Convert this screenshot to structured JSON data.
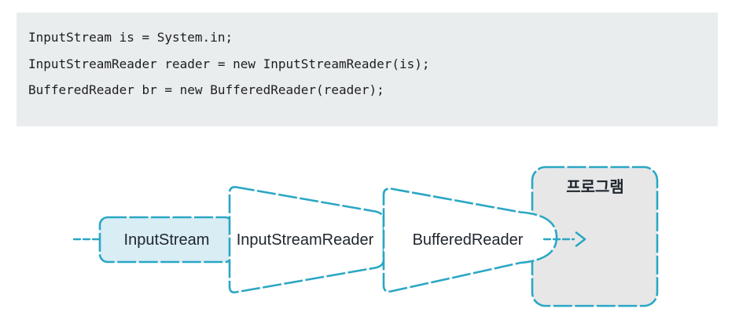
{
  "code_block": {
    "lines": [
      "InputStream is = System.in;",
      "InputStreamReader reader = new InputStreamReader(is);",
      "BufferedReader br = new BufferedReader(reader);"
    ]
  },
  "diagram": {
    "nodes": {
      "input_stream": {
        "label": "InputStream",
        "shape": "rounded-rect"
      },
      "input_stream_reader": {
        "label": "InputStreamReader",
        "shape": "trapezoid"
      },
      "buffered_reader": {
        "label": "BufferedReader",
        "shape": "trapezoid-nose"
      },
      "program": {
        "label": "프로그램",
        "shape": "rounded-rect"
      }
    },
    "arrows": {
      "input_arrow": "dashed-right-arrow-into-inputstream",
      "output_arrow": "dashed-right-arrow-into-program"
    },
    "colors": {
      "stroke_teal": "#2aa7c4",
      "input_stream_fill": "#d9edf4",
      "node_fill_white": "#ffffff",
      "program_fill": "#e7e7e8",
      "label_text": "#20262e",
      "code_background": "#e9edee",
      "code_text": "#1e1e1e"
    }
  }
}
